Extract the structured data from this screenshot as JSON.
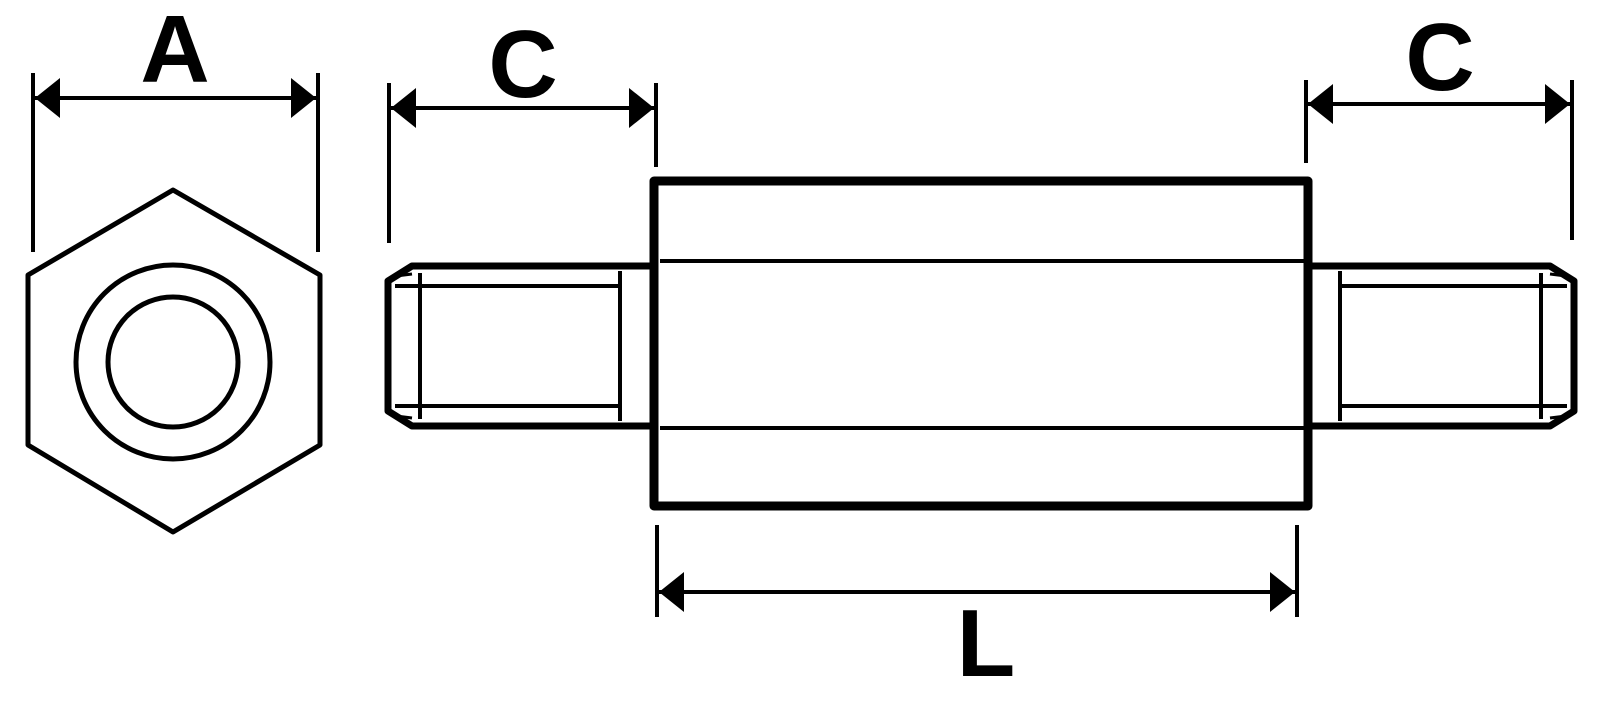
{
  "dimensions": {
    "across_flats": {
      "label": "A"
    },
    "thread_length_left": {
      "label": "C"
    },
    "thread_length_right": {
      "label": "C"
    },
    "body_length": {
      "label": "L"
    }
  },
  "colors": {
    "stroke": "#000000",
    "background": "#ffffff"
  }
}
